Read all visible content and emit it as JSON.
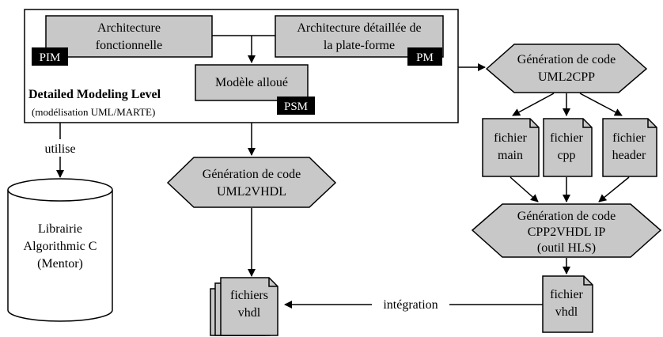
{
  "level": {
    "title": "Detailed Modeling Level",
    "subtitle": "(modélisation UML/MARTE)"
  },
  "boxes": {
    "arch_fonc": [
      "Architecture",
      "fonctionnelle"
    ],
    "arch_plat": [
      "Architecture détaillée de",
      "la plate-forme"
    ],
    "modele": "Modèle alloué"
  },
  "tags": {
    "pim": "PIM",
    "pm": "PM",
    "psm": "PSM"
  },
  "generators": {
    "uml2cpp": [
      "Génération de code",
      "UML2CPP"
    ],
    "uml2vhdl": [
      "Génération de code",
      "UML2VHDL"
    ],
    "cpp2vhdl": [
      "Génération de code",
      "CPP2VHDL IP",
      "(outil HLS)"
    ]
  },
  "files": {
    "main": [
      "fichier",
      "main"
    ],
    "cpp": [
      "fichier",
      "cpp"
    ],
    "header": [
      "fichier",
      "header"
    ],
    "vhdl_right": [
      "fichier",
      "vhdl"
    ],
    "vhdl_left": [
      "fichiers",
      "vhdl"
    ]
  },
  "library": [
    "Librairie",
    "Algorithmic C",
    "(Mentor)"
  ],
  "edge_labels": {
    "utilise": "utilise",
    "integration": "intégration"
  }
}
